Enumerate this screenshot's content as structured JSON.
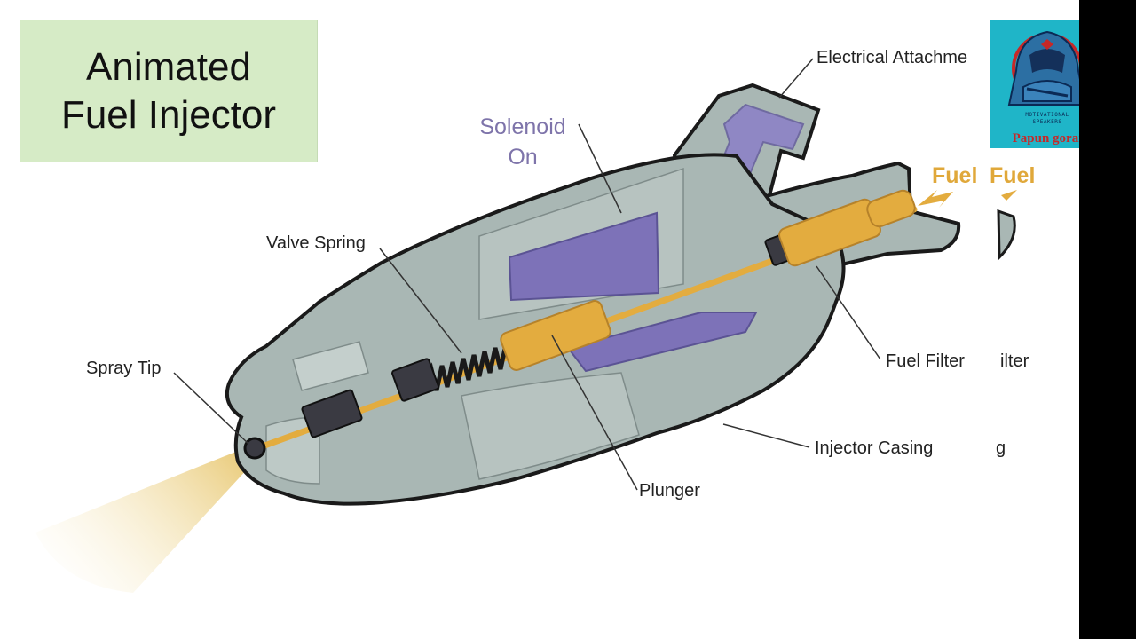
{
  "title": {
    "line1": "Animated",
    "line2": "Fuel Injector"
  },
  "logo": {
    "icon": "hooded-figure-icon",
    "tagline1": "MOTIVATIONAL",
    "tagline2": "SPEAKERS",
    "name": "Papun gorai"
  },
  "labels": {
    "electrical_attachment": "Electrical Attachme",
    "solenoid_line1": "Solenoid",
    "solenoid_line2": "On",
    "fuel_1": "Fuel",
    "fuel_2": "Fuel",
    "valve_spring": "Valve Spring",
    "spray_tip": "Spray Tip",
    "fuel_filter": "Fuel Filter",
    "fuel_filter_ghost": "ilter",
    "injector_casing": "Injector Casing",
    "injector_casing_ghost": "g",
    "plunger": "Plunger"
  },
  "colors": {
    "casing": "#a9b7b4",
    "casing_dark": "#8e9d9a",
    "outline": "#1a1a1a",
    "solenoid": "#7d72b8",
    "plunger": "#e3ac3f",
    "spray": "#e7c469",
    "title_bg": "#d6ebc6",
    "logo_bg": "#1fb5c8"
  }
}
